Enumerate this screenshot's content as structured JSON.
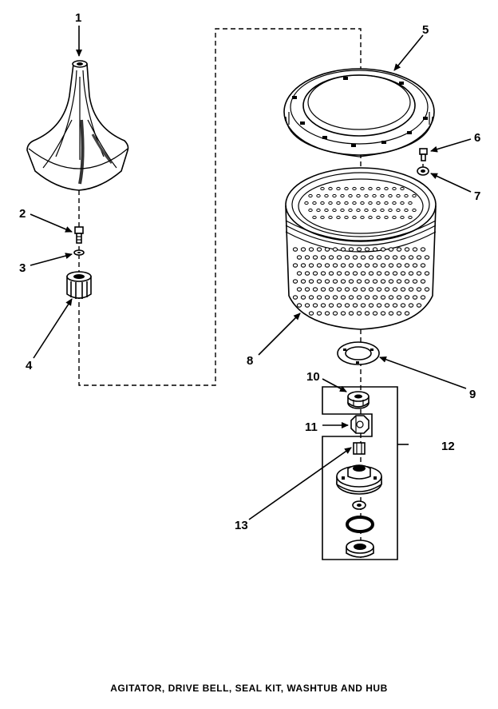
{
  "caption": "AGITATOR, DRIVE BELL, SEAL KIT, WASHTUB AND HUB",
  "callouts": [
    "1",
    "2",
    "3",
    "4",
    "5",
    "6",
    "7",
    "8",
    "9",
    "10",
    "11",
    "12",
    "13"
  ],
  "parts": [
    {
      "ref": "1",
      "name": "agitator"
    },
    {
      "ref": "2",
      "name": "screw"
    },
    {
      "ref": "3",
      "name": "washer"
    },
    {
      "ref": "4",
      "name": "drive-bell"
    },
    {
      "ref": "5",
      "name": "balance-ring"
    },
    {
      "ref": "6",
      "name": "screw"
    },
    {
      "ref": "7",
      "name": "washer"
    },
    {
      "ref": "8",
      "name": "washtub"
    },
    {
      "ref": "9",
      "name": "gasket"
    },
    {
      "ref": "10",
      "name": "nut"
    },
    {
      "ref": "11",
      "name": "nut"
    },
    {
      "ref": "12",
      "name": "seal-kit"
    },
    {
      "ref": "13",
      "name": "hub"
    }
  ]
}
